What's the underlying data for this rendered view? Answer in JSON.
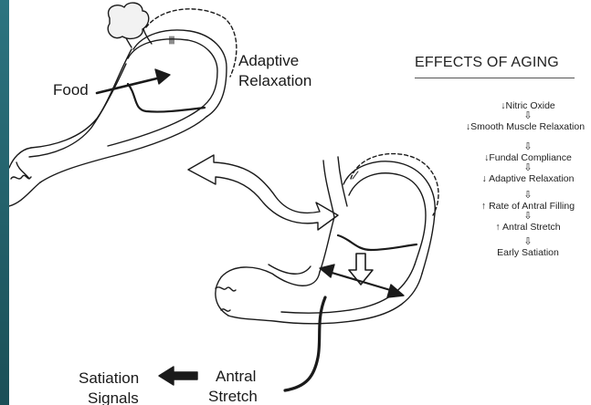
{
  "labels": {
    "food": "Food",
    "adaptive_relaxation": [
      "Adaptive",
      "Relaxation"
    ],
    "satiation_signals": [
      "Satiation",
      "Signals"
    ],
    "antral_stretch": [
      "Antral",
      "Stretch"
    ]
  },
  "effects": {
    "title": "EFFECTS OF AGING",
    "steps": [
      "↓Nitric Oxide",
      "↓Smooth Muscle Relaxation",
      "↓Fundal Compliance",
      "↓ Adaptive Relaxation",
      "↑ Rate of Antral Filling",
      "↑ Antral Stretch",
      "Early Satiation"
    ],
    "separator": "⇩"
  },
  "icons": {
    "food_arrow": "arrow-right-icon",
    "transition_arrow": "curved-arrow-icon",
    "down_arrow": "hollow-down-arrow-icon",
    "stretch_arrow": "double-headed-arrow-icon",
    "signal_arrow": "arrow-left-icon"
  },
  "colors": {
    "frame": "#1f5a63",
    "line": "#1a1a1a",
    "background": "#ffffff"
  }
}
